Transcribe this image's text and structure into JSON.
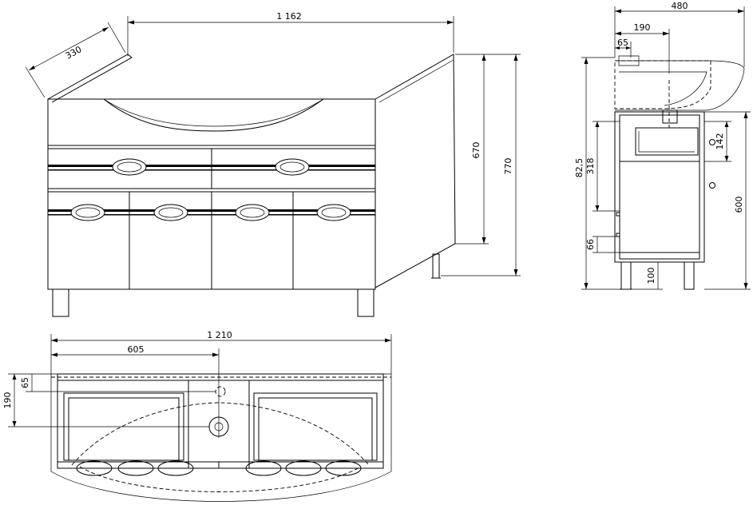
{
  "drawing": {
    "front_view": {
      "width_label": "1 162",
      "depth_label": "330",
      "door_height_label": "670",
      "total_height_label": "770"
    },
    "side_view": {
      "depth_label": "480",
      "basin_offset_label": "190",
      "tap_offset_label": "65",
      "drawer_height_label": "142",
      "upper_height_label": "318",
      "plinth_label": "66",
      "leg_height_label": "100",
      "basin_height_label": "82,5",
      "cabinet_height_label": "600"
    },
    "top_view": {
      "width_label": "1 210",
      "center_label": "605",
      "tap_offset_label": "65",
      "drain_offset_label": "190"
    }
  }
}
